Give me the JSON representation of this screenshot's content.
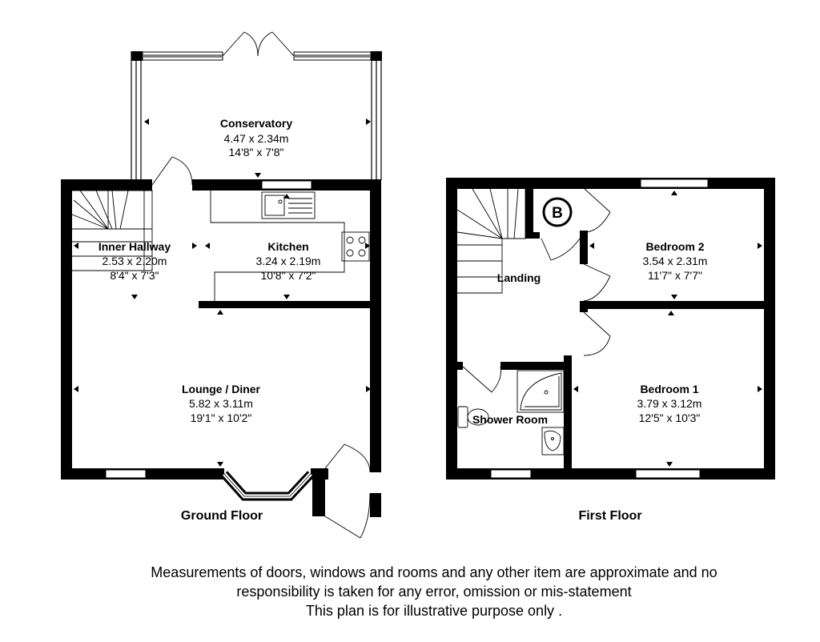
{
  "ground_floor": {
    "label": "Ground Floor",
    "rooms": {
      "conservatory": {
        "name": "Conservatory",
        "metric": "4.47 x 2.34m",
        "imperial": "14'8\" x 7'8\""
      },
      "inner_hallway": {
        "name": "Inner Hallway",
        "metric": "2.53 x 2.20m",
        "imperial": "8'4\" x 7'3\""
      },
      "kitchen": {
        "name": "Kitchen",
        "metric": "3.24 x 2.19m",
        "imperial": "10'8\" x 7'2\""
      },
      "lounge_diner": {
        "name": "Lounge / Diner",
        "metric": "5.82 x 3.11m",
        "imperial": "19'1\" x 10'2\""
      }
    }
  },
  "first_floor": {
    "label": "First Floor",
    "boiler_symbol": "B",
    "rooms": {
      "landing": {
        "name": "Landing"
      },
      "bedroom_2": {
        "name": "Bedroom 2",
        "metric": "3.54 x 2.31m",
        "imperial": "11'7\" x 7'7\""
      },
      "bedroom_1": {
        "name": "Bedroom 1",
        "metric": "3.79 x 3.12m",
        "imperial": "12'5\" x 10'3\""
      },
      "shower_room": {
        "name": "Shower Room"
      }
    }
  },
  "disclaimer": [
    "Measurements of doors, windows and rooms and any other item are approximate and no",
    "responsibility is taken for any error, omission or mis-statement",
    "This plan is for illustrative purpose only ."
  ]
}
